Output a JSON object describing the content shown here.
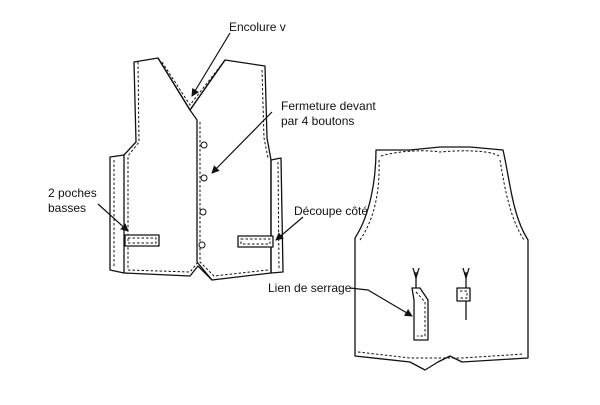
{
  "labels": {
    "v_neck": "Encolure v",
    "front_closure_1": "Fermeture devant",
    "front_closure_2": "par 4 boutons",
    "pockets_1": "2 poches",
    "pockets_2": "basses",
    "side_cut": "Découpe côté",
    "tie": "Lien de serrage"
  },
  "colors": {
    "ink": "#111111",
    "paper": "#ffffff"
  }
}
